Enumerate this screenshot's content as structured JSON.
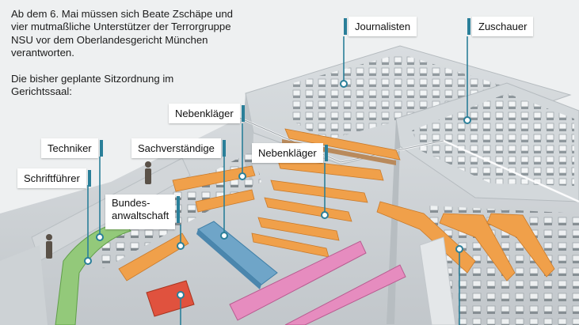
{
  "intro": {
    "paragraph1": "Ab dem 6. Mai müssen sich Beate Zschäpe und vier mutmaßliche Unterstützer der Terrorgruppe NSU vor dem Oberlandesgericht München verantworten.",
    "paragraph2": "Die bisher geplante Sitzordnung im Gerichtssaal:"
  },
  "labels": {
    "journalisten": "Journalisten",
    "zuschauer": "Zuschauer",
    "nebenklaeger_top": "Nebenkläger",
    "nebenklaeger_mid": "Nebenkläger",
    "techniker": "Techniker",
    "sachverstaendige": "Sachverständige",
    "schriftfuehrer": "Schriftführer",
    "bundesanwaltschaft_line1": "Bundes-",
    "bundesanwaltschaft_line2": "anwaltschaft"
  },
  "colors": {
    "accent_line": "#2a7f99",
    "desk_orange": "#f0a04a",
    "desk_blue": "#6fa5c8",
    "desk_green": "#93c97a",
    "desk_pink": "#e68cbf",
    "desk_red": "#e0523e"
  }
}
